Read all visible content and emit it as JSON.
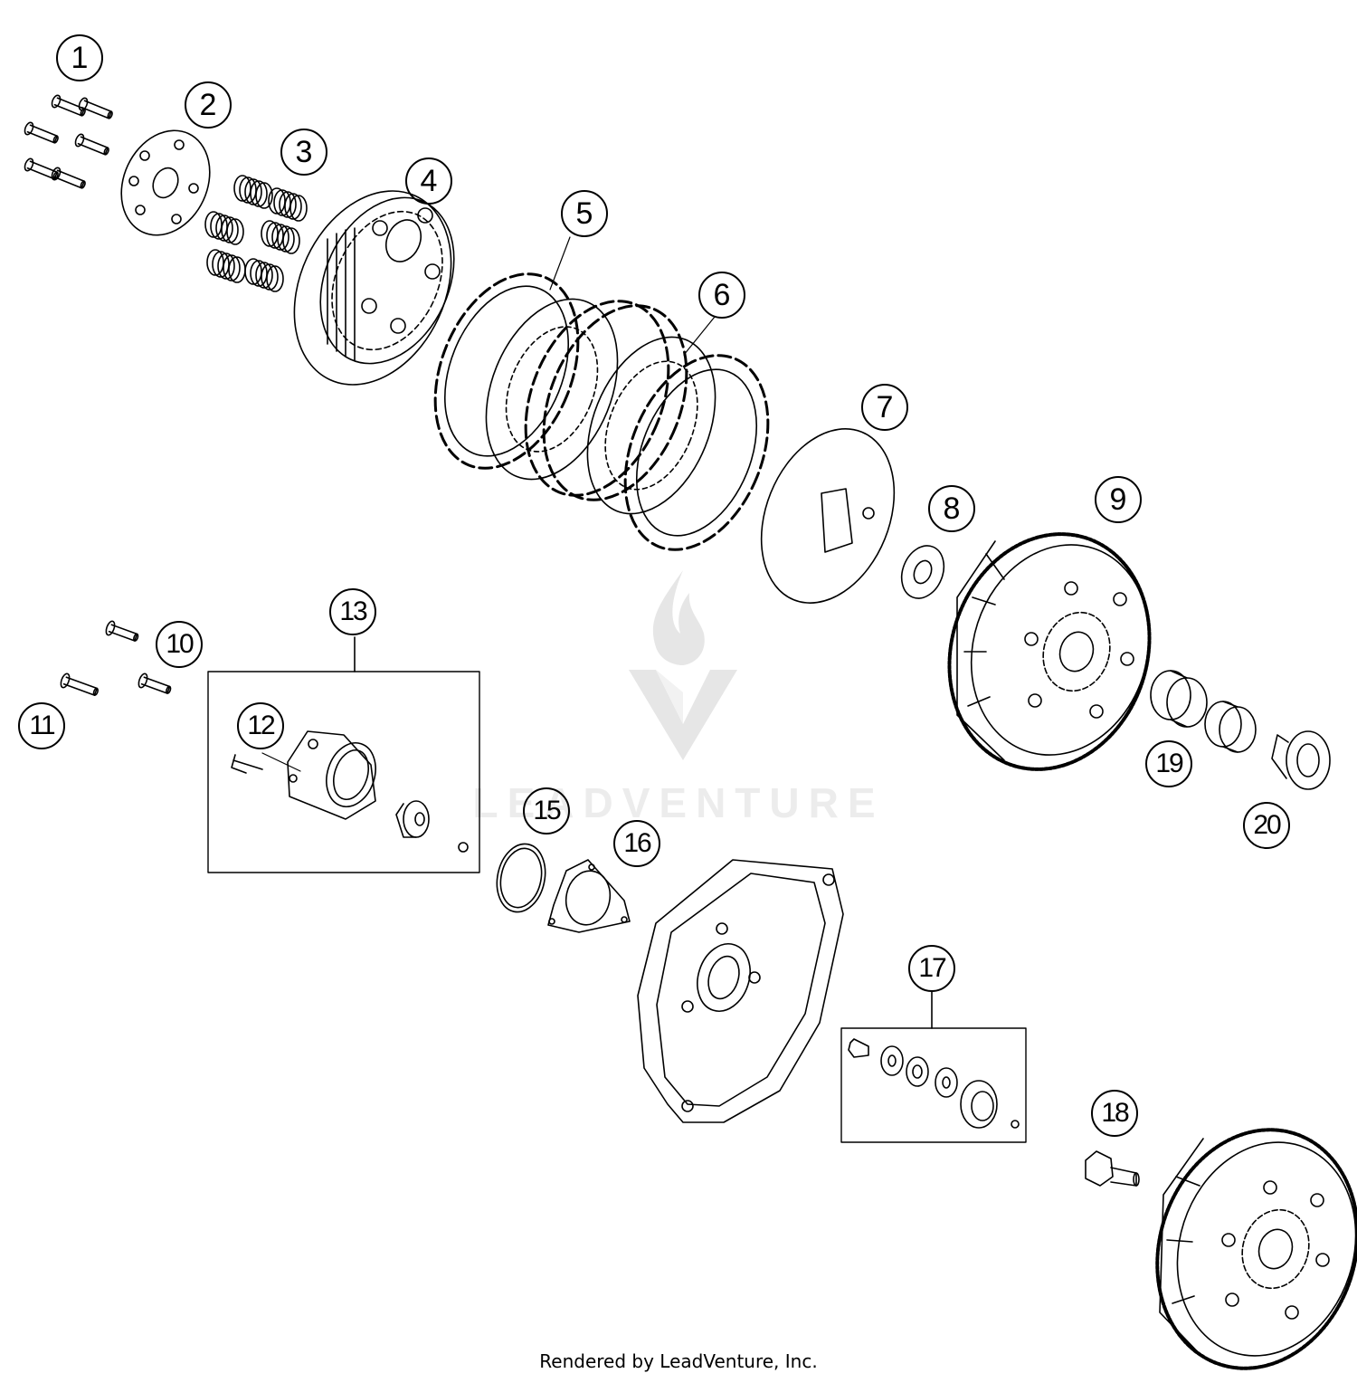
{
  "callouts": [
    "1",
    "2",
    "3",
    "4",
    "5",
    "6",
    "7",
    "8",
    "9",
    "10",
    "11",
    "12",
    "13",
    "15",
    "16",
    "17",
    "18",
    "19",
    "20"
  ],
  "watermark": "LEADVENTURE",
  "footer": "Rendered by LeadVenture, Inc.",
  "colors": {
    "line": "#000000",
    "watermark": "#e6e6e6",
    "background": "#ffffff"
  }
}
